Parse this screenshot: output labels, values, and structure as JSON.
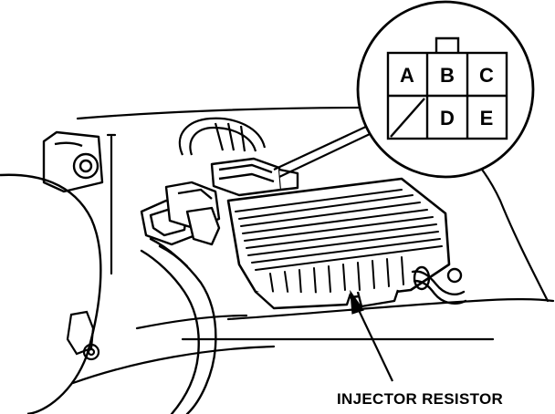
{
  "connector": {
    "pins": [
      {
        "id": "A",
        "label": "A"
      },
      {
        "id": "B",
        "label": "B"
      },
      {
        "id": "C",
        "label": "C"
      },
      {
        "id": "D",
        "label": "D"
      },
      {
        "id": "E",
        "label": "E"
      }
    ]
  },
  "callout": {
    "label": "INJECTOR RESISTOR"
  },
  "colors": {
    "ink": "#000000",
    "paper": "#ffffff"
  }
}
